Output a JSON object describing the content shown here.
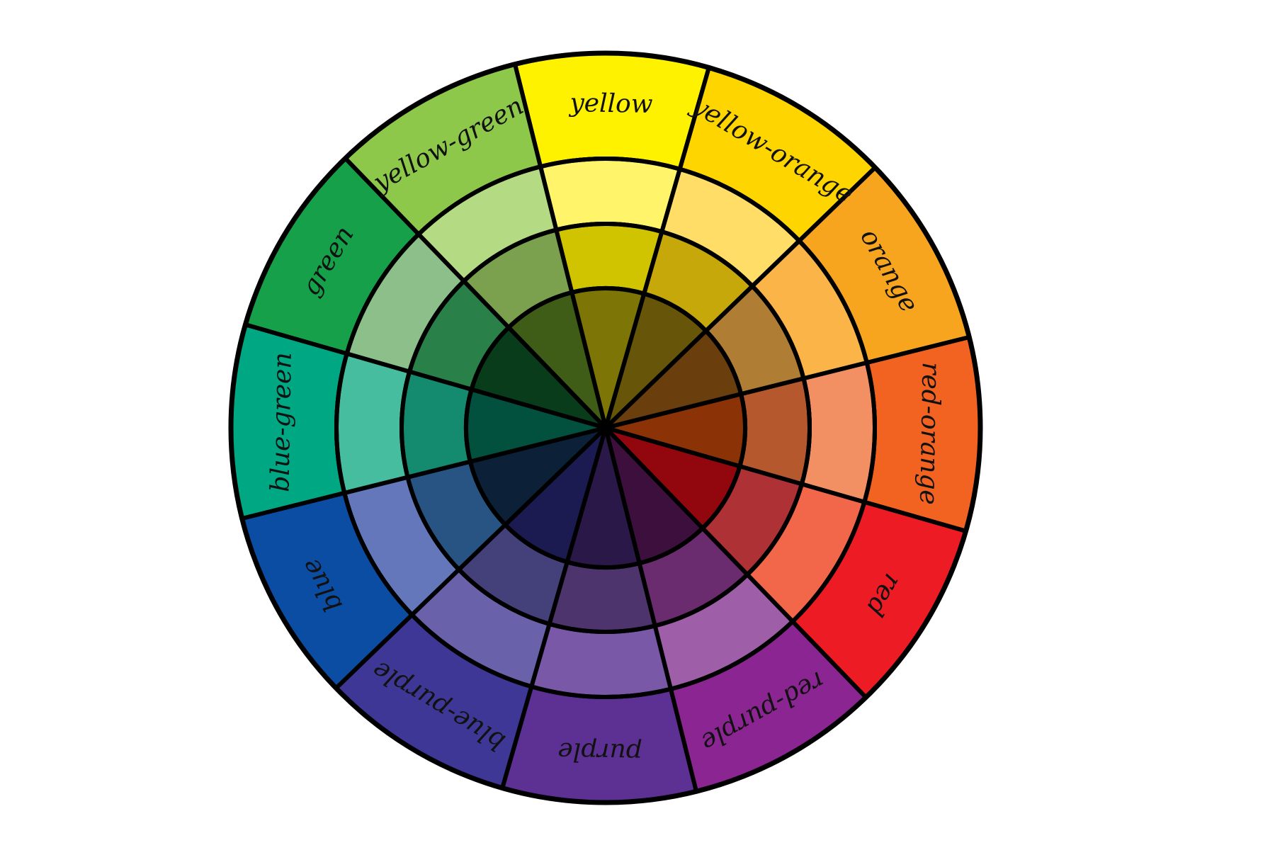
{
  "wheel": {
    "hues": [
      {
        "label": "yellow",
        "colors": [
          "#FFF200",
          "#FFF46A",
          "#D0C400",
          "#7E7507"
        ]
      },
      {
        "label": "yellow-orange",
        "colors": [
          "#FFD500",
          "#FFDD66",
          "#C6A80A",
          "#675509"
        ]
      },
      {
        "label": "orange",
        "colors": [
          "#F7A51F",
          "#FBB447",
          "#B07D34",
          "#6A3F0D"
        ]
      },
      {
        "label": "red-orange",
        "colors": [
          "#F26322",
          "#F29064",
          "#B5582E",
          "#8C3207"
        ]
      },
      {
        "label": "red",
        "colors": [
          "#ED1C24",
          "#F26749",
          "#AD3135",
          "#92070D"
        ]
      },
      {
        "label": "red-purple",
        "colors": [
          "#8B2592",
          "#9E5EA8",
          "#6B2C6F",
          "#3C0F3D"
        ]
      },
      {
        "label": "purple",
        "colors": [
          "#5C3193",
          "#7A58A8",
          "#4D346D",
          "#2A1848"
        ]
      },
      {
        "label": "blue-purple",
        "colors": [
          "#3E3795",
          "#6961AA",
          "#43407A",
          "#1B1B52"
        ]
      },
      {
        "label": "blue",
        "colors": [
          "#0B4DA2",
          "#6477BA",
          "#285484",
          "#0C2138"
        ]
      },
      {
        "label": "blue-green",
        "colors": [
          "#00A783",
          "#46BD9E",
          "#148A6F",
          "#02513E"
        ]
      },
      {
        "label": "green",
        "colors": [
          "#17A04A",
          "#8CBF89",
          "#2A8049",
          "#093C1B"
        ]
      },
      {
        "label": "yellow-green",
        "colors": [
          "#8DC84B",
          "#B4DA84",
          "#7BA04E",
          "#3F5D16"
        ]
      }
    ]
  }
}
